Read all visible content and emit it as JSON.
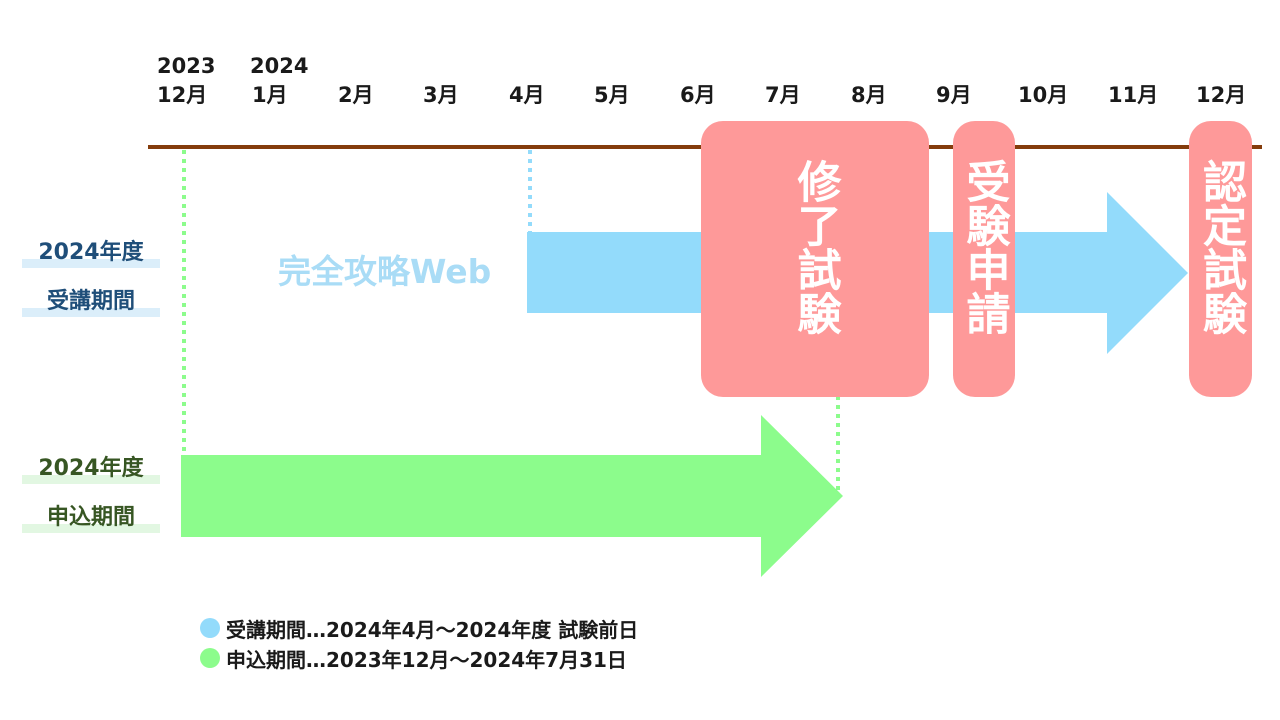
{
  "timeline": {
    "months": [
      {
        "year": "2023",
        "label": "12月"
      },
      {
        "year": "2024",
        "label": "1月"
      },
      {
        "year": "",
        "label": "2月"
      },
      {
        "year": "",
        "label": "3月"
      },
      {
        "year": "",
        "label": "4月"
      },
      {
        "year": "",
        "label": "5月"
      },
      {
        "year": "",
        "label": "6月"
      },
      {
        "year": "",
        "label": "7月"
      },
      {
        "year": "",
        "label": "8月"
      },
      {
        "year": "",
        "label": "9月"
      },
      {
        "year": "",
        "label": "10月"
      },
      {
        "year": "",
        "label": "11月"
      },
      {
        "year": "",
        "label": "12月"
      }
    ],
    "colors": {
      "axis": "#843c0c",
      "course": "#93dbfb",
      "application": "#8cfc8c",
      "box": "#fe9999"
    }
  },
  "rows": {
    "course_period": {
      "line1": "2024年度",
      "line2": "受講期間"
    },
    "application_period": {
      "line1": "2024年度",
      "line2": "申込期間"
    }
  },
  "course_name": "完全攻略Web",
  "boxes": {
    "completion_exam": "修了試験",
    "exam_application": "受験申請",
    "certification_exam": "認定試験"
  },
  "legend": [
    {
      "color": "#93dbfb",
      "text": "受講期間…2024年4月～2024年度 試験前日"
    },
    {
      "color": "#8cfc8c",
      "text": "申込期間…2023年12月～2024年7月31日"
    }
  ]
}
